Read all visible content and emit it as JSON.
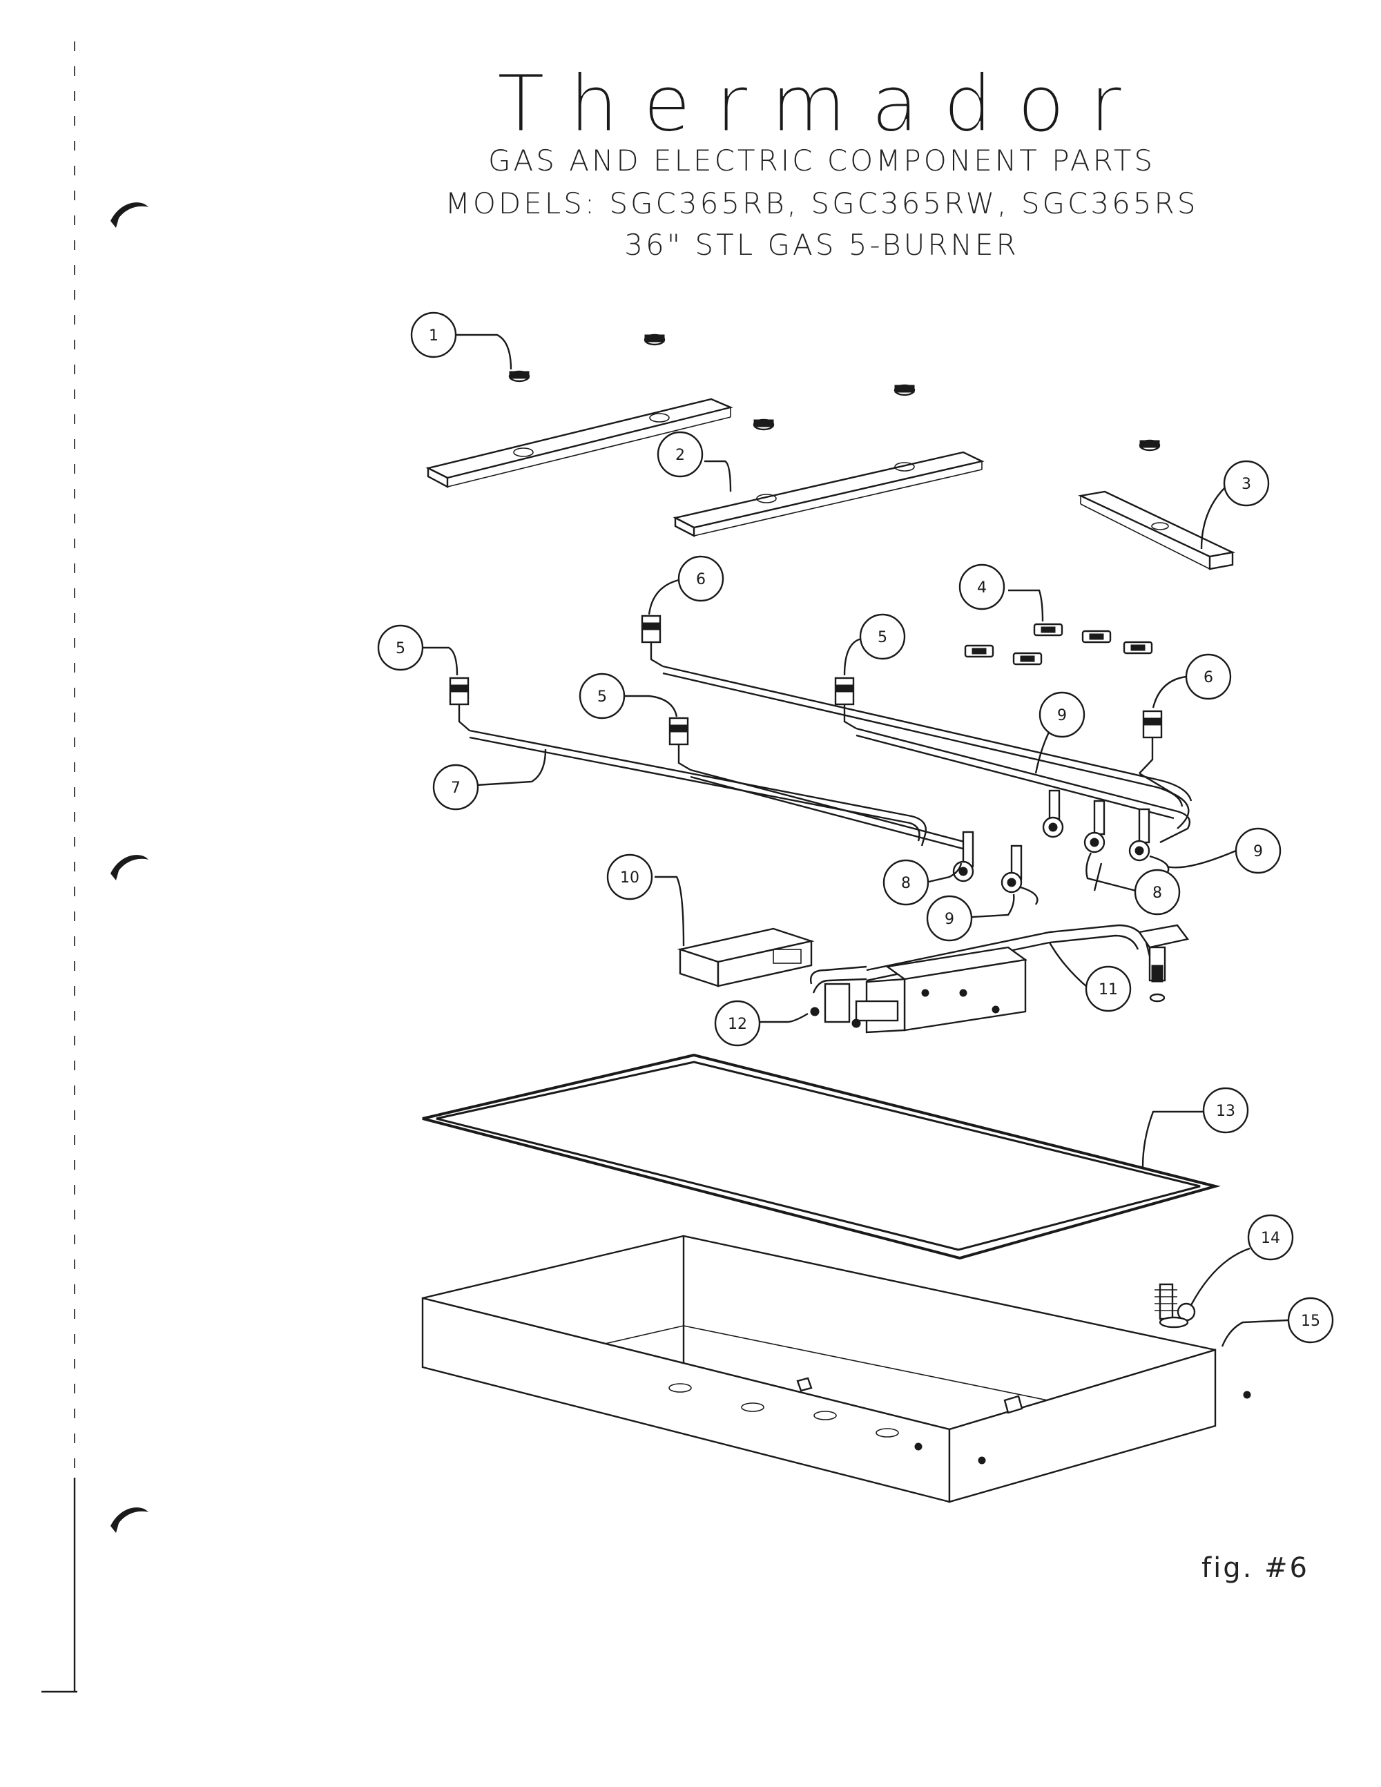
{
  "header": {
    "brand": "Thermador",
    "line1": "GAS AND ELECTRIC COMPONENT PARTS",
    "line2": "MODELS: SGC365RB, SGC365RW, SGC365RS",
    "line3": "36\" STL GAS 5-BURNER"
  },
  "figure_label": "fig. #6",
  "callouts": [
    "1",
    "2",
    "3",
    "4",
    "5",
    "5",
    "5",
    "6",
    "6",
    "7",
    "8",
    "8",
    "9",
    "9",
    "9",
    "10",
    "11",
    "12",
    "13",
    "14",
    "15"
  ]
}
